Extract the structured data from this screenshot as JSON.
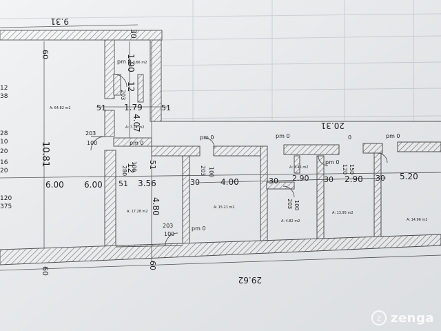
{
  "dimensions": {
    "total_top": "9.31",
    "total_bottom": "29.62",
    "wall_30_top": "30",
    "h_190": "1.90",
    "h_60_left_top": "60",
    "h_60_left_bottom": "60",
    "h_60_right_bottom": "60",
    "d_51_a": "51",
    "d_51_b": "51",
    "d_51_c": "51",
    "d_51_d": "51",
    "d_179": "1.79",
    "d_407": "4.07",
    "d_1081": "10.81",
    "d_600_a": "6.00",
    "d_600_b": "6.00",
    "d_356": "3.56",
    "d_480": "4.80",
    "d_400": "4.00",
    "d_30_a": "30",
    "d_30_b": "30",
    "d_30_c": "30",
    "d_30_d": "30",
    "d_290_a": "2.90",
    "d_290_b": "2.90",
    "d_520": "5.20",
    "d_2031": "20.31",
    "d_12": "12",
    "d_12_b": "12"
  },
  "doors": {
    "d203_a": "203",
    "d203_b": "203",
    "d203_c": "203",
    "d203_d": "203",
    "d203_e": "203",
    "d100_a": "100",
    "d100_b": "100",
    "d100_c": "100",
    "d100_d": "100",
    "d100_e": "100",
    "d280": "280",
    "d150": "150",
    "d120": "120",
    "d0": "0",
    "pm0_a": "pm 0",
    "pm0_b": "pm 0",
    "pm0_c": "pm 0",
    "pm0_d": "pm 0",
    "pm0_e": "pm 0",
    "pm0_f": "pm 0",
    "pm0_g": "pm 0"
  },
  "left_margin_numbers": [
    "38",
    "12",
    "28",
    "10",
    "20",
    "16",
    "20",
    "375",
    "120"
  ],
  "area_labels": {
    "room_big": "A: 64.82 m2",
    "room_hall": "A: 7.24 m2",
    "room_small_top": "A: 3.66 m2",
    "room_mid": "A: 17.28 m2",
    "room_center": "A: 15.21 m2",
    "room_bath": "A: 4.82 m2",
    "room_wc": "A: 3.45 m2",
    "room_r1": "A: 13.95 m2",
    "room_r2": "A: 14.96 m2"
  },
  "watermark": {
    "brand": "zenga",
    "icon": "zenga-logo-icon"
  },
  "colors": {
    "paper": "#e9ecef",
    "line": "#222222",
    "hatch": "#555555"
  }
}
